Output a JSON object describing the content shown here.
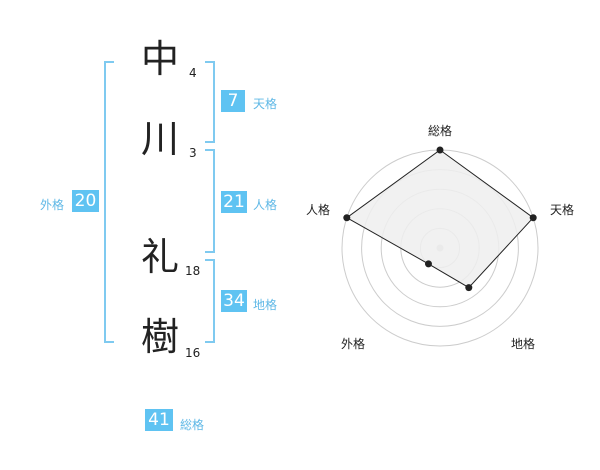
{
  "name": {
    "chars": [
      {
        "char": "中",
        "strokes": "4"
      },
      {
        "char": "川",
        "strokes": "3"
      },
      {
        "char": "礼",
        "strokes": "18"
      },
      {
        "char": "樹",
        "strokes": "16"
      }
    ]
  },
  "fortunes": {
    "tenkaku": {
      "value": "7",
      "label": "天格"
    },
    "jinkaku": {
      "value": "21",
      "label": "人格"
    },
    "chikaku": {
      "value": "34",
      "label": "地格"
    },
    "gaikaku": {
      "value": "20",
      "label": "外格"
    },
    "soukaku": {
      "value": "41",
      "label": "総格"
    }
  },
  "radar": {
    "axes": [
      "総格",
      "天格",
      "地格",
      "外格",
      "人格"
    ],
    "levels": 5,
    "values": [
      5,
      5,
      2.5,
      1,
      5
    ],
    "colors": {
      "fill": "#eeeeee",
      "line": "#222222",
      "grid": "#cccccc",
      "center": "#cccccc"
    }
  },
  "colors": {
    "accent": "#5fc3f2",
    "bracket": "#7fcaf0",
    "label": "#5fb8e6"
  }
}
